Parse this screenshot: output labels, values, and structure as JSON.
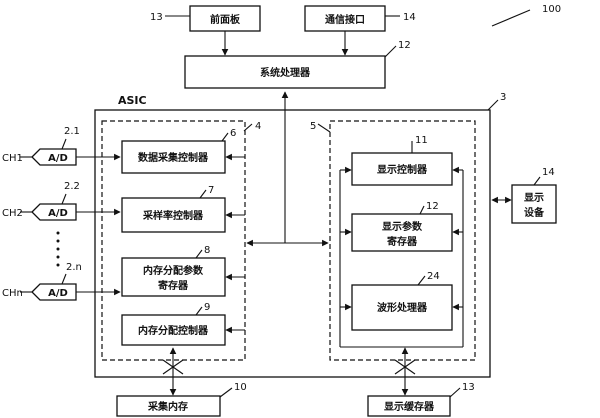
{
  "diagram_ref": "100",
  "asic_label": "ASIC",
  "asic_ref": "3",
  "front_panel": {
    "label": "前面板",
    "ref": "13"
  },
  "comm_interface": {
    "label": "通信接口",
    "ref": "14"
  },
  "system_processor": {
    "label": "系统处理器",
    "ref": "12"
  },
  "acq_group_ref": "4",
  "disp_group_ref": "5",
  "acq_controller": {
    "label": "数据采集控制器",
    "ref": "6"
  },
  "sample_rate_controller": {
    "label": "采样率控制器",
    "ref": "7"
  },
  "mem_alloc_register": {
    "line1": "内存分配参数",
    "line2": "寄存器",
    "ref": "8"
  },
  "mem_alloc_controller": {
    "label": "内存分配控制器",
    "ref": "9"
  },
  "display_controller": {
    "label": "显示控制器",
    "ref": "11"
  },
  "display_param_register": {
    "line1": "显示参数",
    "line2": "寄存器",
    "ref": "12"
  },
  "waveform_processor": {
    "label": "波形处理器",
    "ref": "24"
  },
  "display_device": {
    "line1": "显示",
    "line2": "设备",
    "ref": "14"
  },
  "acq_memory": {
    "label": "采集内存",
    "ref": "10"
  },
  "display_buffer": {
    "label": "显示缓存器",
    "ref": "13"
  },
  "channels": [
    {
      "label": "CH1",
      "adc": "A/D",
      "ref": "2.1"
    },
    {
      "label": "CH2",
      "adc": "A/D",
      "ref": "2.2"
    },
    {
      "label": "CHn",
      "adc": "A/D",
      "ref": "2.n"
    }
  ]
}
